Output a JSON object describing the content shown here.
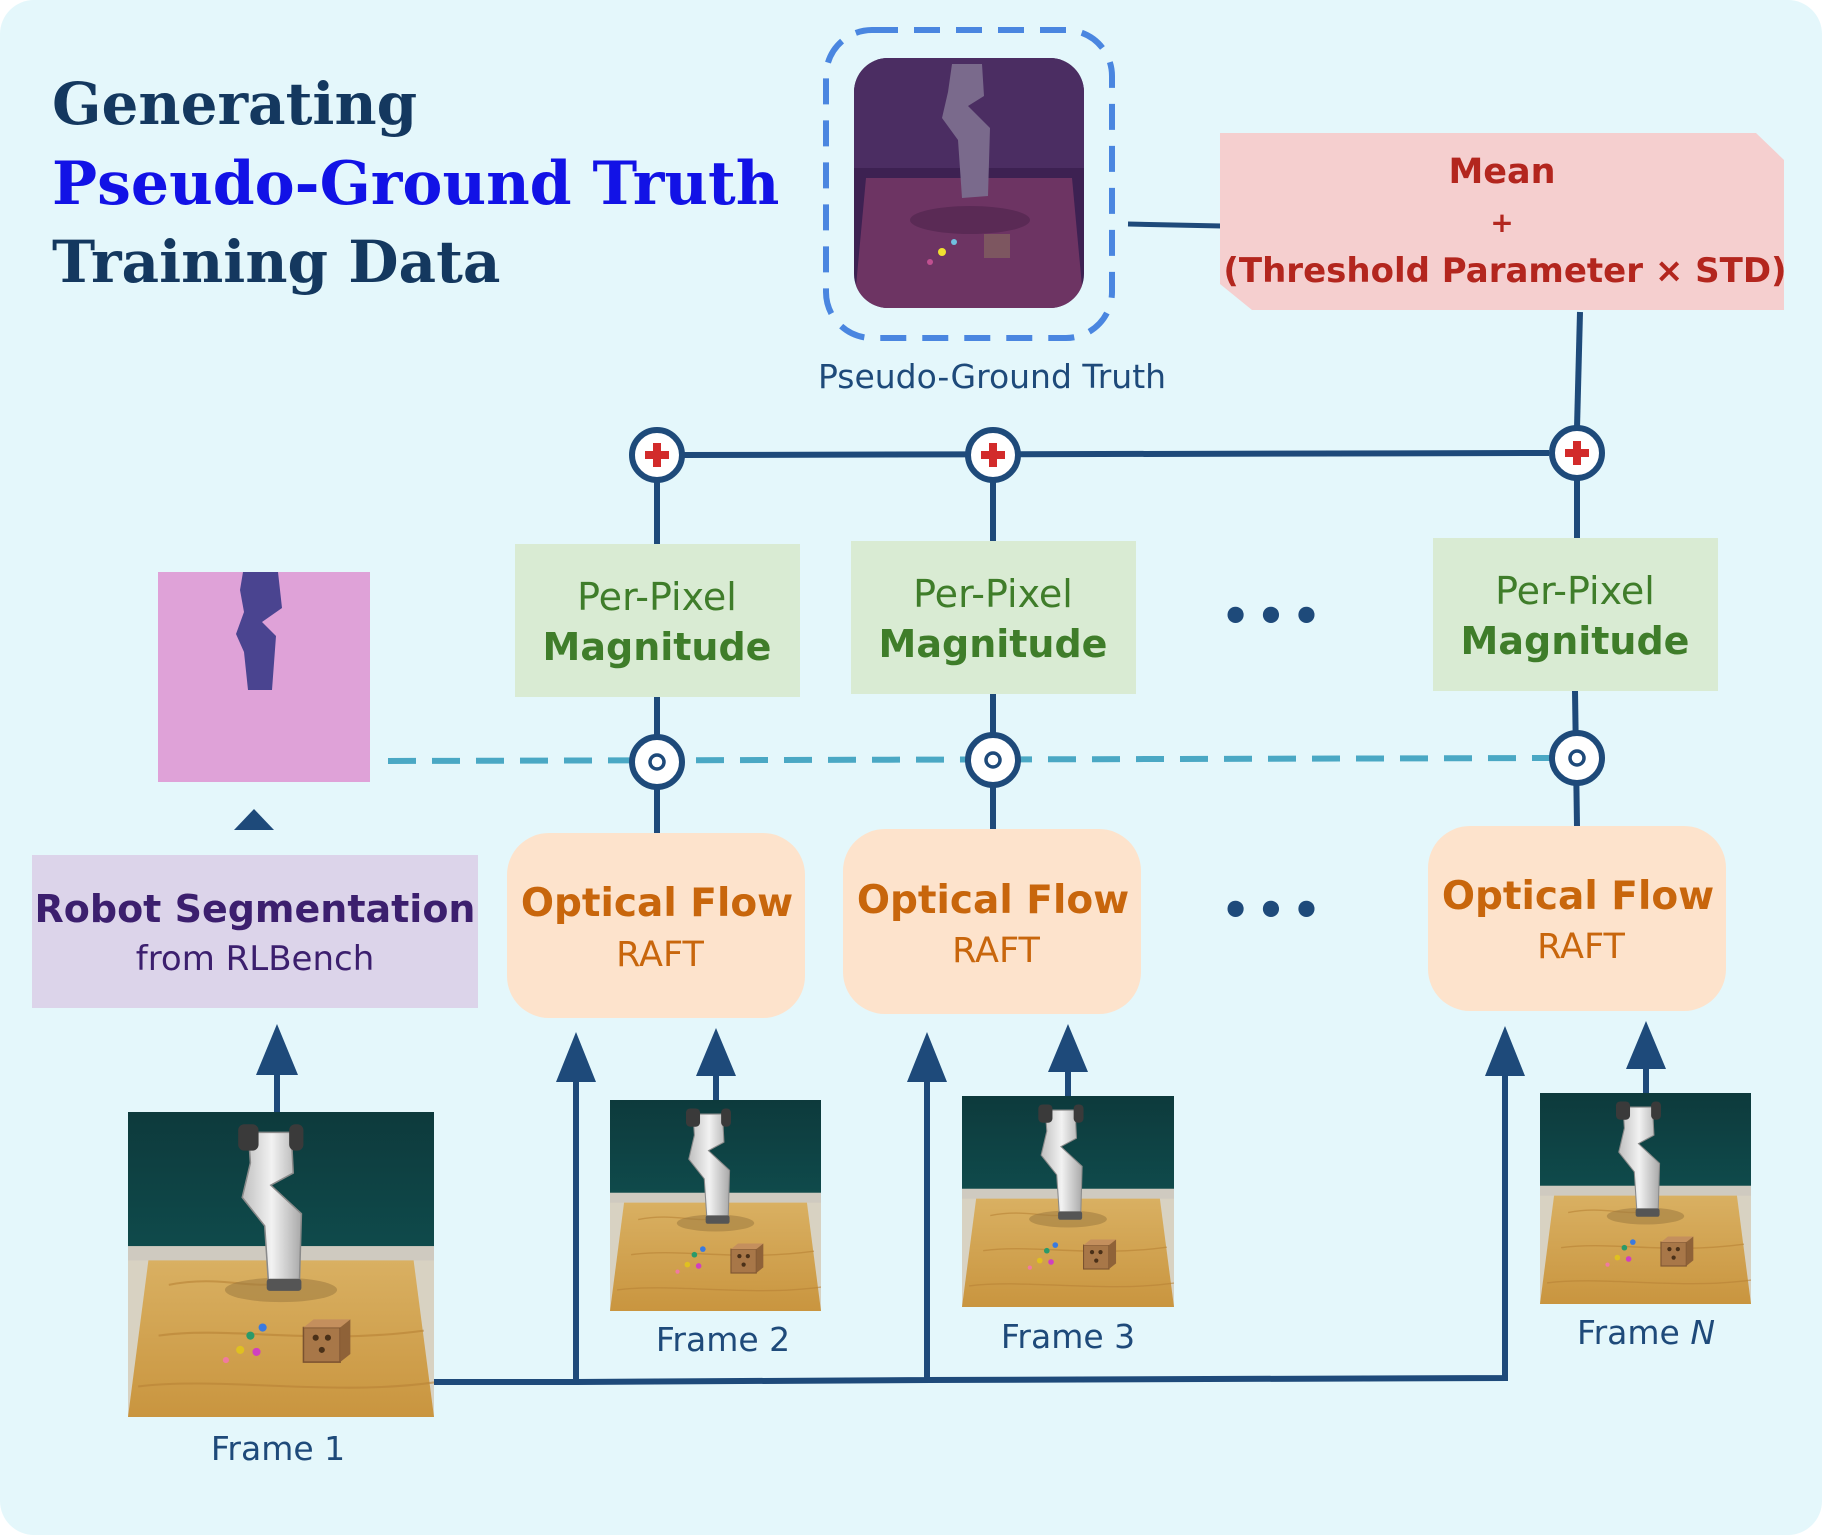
{
  "title": {
    "line1": "Generating",
    "line2": "Pseudo-Ground Truth",
    "line3": "Training Data"
  },
  "pseudo_gt": {
    "label": "Pseudo-Ground Truth"
  },
  "formula": {
    "line1": "Mean",
    "line2": "+",
    "line3": "(Threshold Parameter × STD)"
  },
  "magnitude_blocks": [
    {
      "line1": "Per-Pixel",
      "line2": "Magnitude"
    },
    {
      "line1": "Per-Pixel",
      "line2": "Magnitude"
    },
    {
      "line1": "Per-Pixel",
      "line2": "Magnitude"
    }
  ],
  "flow_blocks": [
    {
      "title": "Optical Flow",
      "subtitle": "RAFT"
    },
    {
      "title": "Optical Flow",
      "subtitle": "RAFT"
    },
    {
      "title": "Optical Flow",
      "subtitle": "RAFT"
    }
  ],
  "segmentation": {
    "line1": "Robot Segmentation",
    "line2": "from RLBench"
  },
  "frames": [
    {
      "label": "Frame 1"
    },
    {
      "label": "Frame 2"
    },
    {
      "label": "Frame 3"
    },
    {
      "label": "Frame ",
      "label_italic": "N"
    }
  ],
  "ellipsis": "•••",
  "colors": {
    "background": "#e4f7fb",
    "line": "#1e4a7a",
    "title_dark": "#14385f",
    "title_accent": "#1212e6",
    "formula_bg": "#f5cfcf",
    "formula_text": "#b3261e",
    "magnitude_bg": "#d9ebd3",
    "magnitude_text": "#3f7d2a",
    "flow_bg": "#fde3cc",
    "flow_text": "#c8660c",
    "seg_bg": "#dcd4ea",
    "seg_text": "#3c1f6e",
    "mask_bg": "#dfa2d8",
    "dashed_blue": "#4a86e0",
    "dashed_teal": "#4aa8c4",
    "plus_red": "#d22b2b"
  }
}
